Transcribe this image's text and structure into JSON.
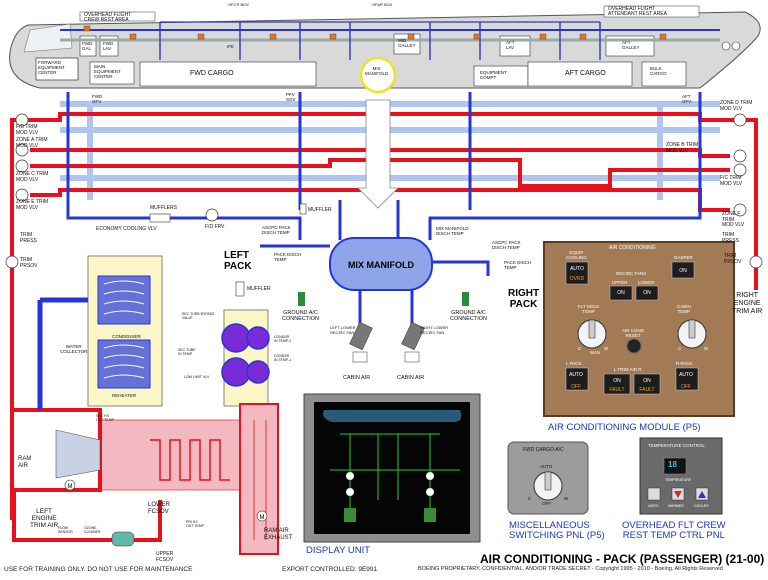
{
  "title": "AIR CONDITIONING - PACK (PASSENGER) (21-00)",
  "footer": {
    "training": "USE FOR TRAINING ONLY. DO NOT USE FOR MAINTENANCE",
    "export": "EXPORT CONTROLLED: 9E991",
    "copyright": "BOEING PROPRIETARY, CONFIDENTIAL, AND/OR TRADE SECRET - Copyright 1995 - 2010 - Boeing. All Rights Reserved",
    "figure_id": "777_0001_0001_V9"
  },
  "fuselage": {
    "top_left": "OVERHEAD FLIGHT\nCREW REST AREA",
    "top_right": "OVERHEAD FLIGHT\nATTENDANT REST AREA",
    "top_small_1": "OFCR BOX",
    "top_small_2": "OFAR BOX",
    "fwd_equip": "FORWARD\nEQUIPMENT\nCENTER",
    "fwd_gal": "FWD\nGAL",
    "fwd_lav": "FWD\nLAV",
    "ife": "IFE",
    "main_equip": "MAIN\nEQUIPMENT\nCENTER",
    "fwd_cargo": "FWD CARGO",
    "pfv_sov": "PFV\nSOV",
    "mix_manifold_small": "MIX\nMANIFOLD",
    "mid_galley": "MID\nGALLEY",
    "aft_lav": "AFT\nLAV",
    "aft_galley": "AFT\nGALLEY",
    "equipment_compt": "EQUIPMENT\nCOMPT",
    "aft_cargo": "AFT CARGO",
    "bulk_cargo": "BULK\nCARGO",
    "fwd_ofv": "FWD\nOFV",
    "aft_ofv": "AFT\nOFV"
  },
  "valves_left": {
    "fd_trim": "F/D TRIM\nMOD VLV",
    "zone_a": "ZONE A TRIM\nMOD VLV",
    "zone_c": "ZONE C TRIM\nMOD VLV",
    "zone_e": "ZONE E TRIM\nMOD VLV",
    "trim_press": "TRIM\nPRESS",
    "trim_prsov": "TRIM\nPRSOV"
  },
  "valves_right": {
    "zone_d": "ZONE D TRIM\nMOD VLV",
    "zone_b": "ZONE B TRIM\nMOD VLV",
    "fc_trim": "F/C TRIM\nMOD VLV",
    "zone_f": "ZONE F\nTRIM\nMOD VLV",
    "trim_press": "TRIM\nPRESS",
    "trim_prsov": "TRIM\nPRSOV",
    "right_engine": "RIGHT\nENGINE\nTRIM AIR"
  },
  "center": {
    "mix_manifold": "MIX MANIFOLD",
    "mufflers": "MUFFLERS",
    "muffler_1": "MUFFLER",
    "muffler_2": "MUFFLER",
    "fd_frv": "F/D FRV",
    "asc_left": "ASCPC PACK\nDISCH TEMP",
    "pack_disch": "PACK DISCH\nTEMP",
    "mix_temp": "MIX MANIFOLD\nDISCH TEMP",
    "asc_right": "ASCPC PACK\nDISCH TEMP",
    "pack_disch_r": "PACK DISCH\nTEMP",
    "left_pack": "LEFT\nPACK",
    "right_pack": "RIGHT\nPACK",
    "ground_l": "GROUND A/C\nCONNECTION",
    "ground_r": "GROUND A/C\nCONNECTION",
    "recirc_l": "LEFT LOWER\nRECIRC FAN",
    "recirc_r": "RIGHT LOWER\nRECIRC FAN",
    "cabin_air_1": "CABIN AIR",
    "cabin_air_2": "CABIN AIR"
  },
  "pack": {
    "economy": "ECONOMY COOLING VLV",
    "condenser": "CONDENSER",
    "water_collector": "WATER\nCOLLECTOR",
    "reheater": "REHEATER",
    "ram_air": "RAM\nAIR",
    "ram_exhaust": "RAM AIR\nEXHAUST",
    "left_engine": "LEFT\nENGINE\nTRIM AIR",
    "flow_sensor": "FLOW\nSENSOR",
    "ozone": "OZONE\nCLEANER",
    "lower_fcsov": "LOWER\nFCSOV",
    "upper_fcsov": "UPPER\nFCSOV",
    "sec_turbine": "SEC TURB BYPASS\nVALVE",
    "sec_tube": "SEC TUBE\nIN TEMP",
    "low_limit": "LOW LIMIT VLV",
    "condsr_1": "CONDSR\nIN TEMP-2",
    "condsr_2": "CONDSR\nIN TEMP-1",
    "sec_hx": "SEC HX\nOUT TEMP",
    "prim_hx": "PRI HX\nOUT TEMP"
  },
  "acm": {
    "heading": "AIR CONDITIONING",
    "equip_cooling": "EQUIP\nCOOLING",
    "auto": "AUTO",
    "ovrd": "OVRD",
    "gasper": "GASPER",
    "on": "ON",
    "recirc_fans": "RECIRC FANS",
    "upper": "UPPER",
    "lower": "LOWER",
    "flt_deck_temp": "FLT DECK\nTEMP",
    "cabin_temp": "CABIN\nTEMP",
    "air_cond_reset": "AIR COND\nRESET",
    "l_pack": "L PACK",
    "r_pack": "R PACK",
    "l_trim_air_r": "L TRIM AIR R",
    "off": "OFF",
    "fault": "FAULT",
    "c": "C",
    "w": "W",
    "man": "MAN",
    "caption": "AIR CONDITIONING MODULE (P5)"
  },
  "misc": {
    "label": "FWD CARGO A/C",
    "auto": "AUTO",
    "off": "OFF",
    "c": "C",
    "w": "W",
    "caption": "MISCELLANEOUS\nSWITCHING PNL (P5)"
  },
  "crew_panel": {
    "heading": "TEMPERATURE CONTROL",
    "display": "18",
    "temperature": "TEMPERATURE",
    "units": "UNITS",
    "warmer": "WARMER",
    "cooler": "COOLER",
    "caption": "OVERHEAD FLT CREW\nREST TEMP CTRL PNL"
  },
  "display_unit": {
    "caption": "DISPLAY UNIT"
  },
  "colors": {
    "hot_red": "#e8111b",
    "cool_blue": "#2437d6",
    "light_blue": "#aec6ee",
    "pink": "#f4b8c0",
    "panel_brown": "#a27a56",
    "panel_gray": "#9c9c9c",
    "yellow_highlight": "#f1e21c"
  }
}
